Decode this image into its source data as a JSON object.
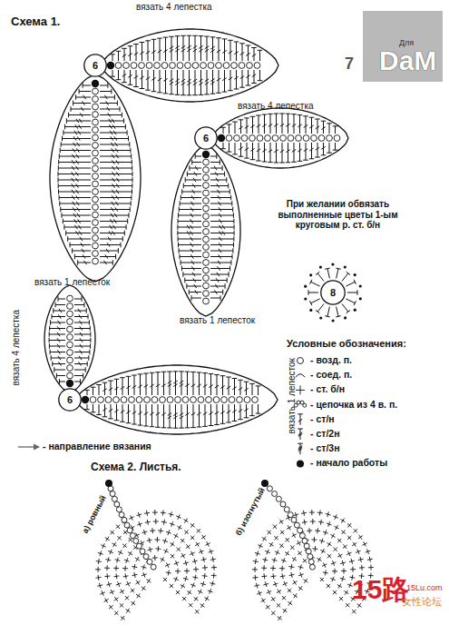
{
  "diagram": {
    "nodes": [
      {
        "text": [
          "Для",
          "DaM"
        ]
      },
      {
        "text": [
          "6"
        ]
      },
      {
        "text": [
          "6"
        ]
      },
      {
        "text": [
          "8"
        ]
      },
      {
        "text": [
          "6"
        ]
      }
    ],
    "labels": [
      "Схема 1.",
      "вязать 4 лепестка",
      "7",
      "вязать 4 лепестка",
      "При желании обвязать выполненные цветы 1-ым круговым р. ст. б/н",
      "вязать 1 лепесток",
      "вязать 1 лепесток",
      "вязать 4 лепестка",
      "вязать 1 лепесток",
      "Условные обозначения:",
      "Схема 2. Листья.",
      "а) ровный",
      "б) изогнутый",
      "15路",
      "15Lu.com",
      "女性论坛"
    ],
    "legend": [
      {
        "text": "- возд. п."
      },
      {
        "text": "- соед. п."
      },
      {
        "text": "- ст. б/н"
      },
      {
        "text": "- цепочка из 4 в. п."
      },
      {
        "text": "- ст/н"
      },
      {
        "text": "- ст/2н"
      },
      {
        "text": "- ст/3н"
      },
      {
        "text": "- начало работы"
      },
      {
        "text": "- направление вязания"
      }
    ]
  }
}
